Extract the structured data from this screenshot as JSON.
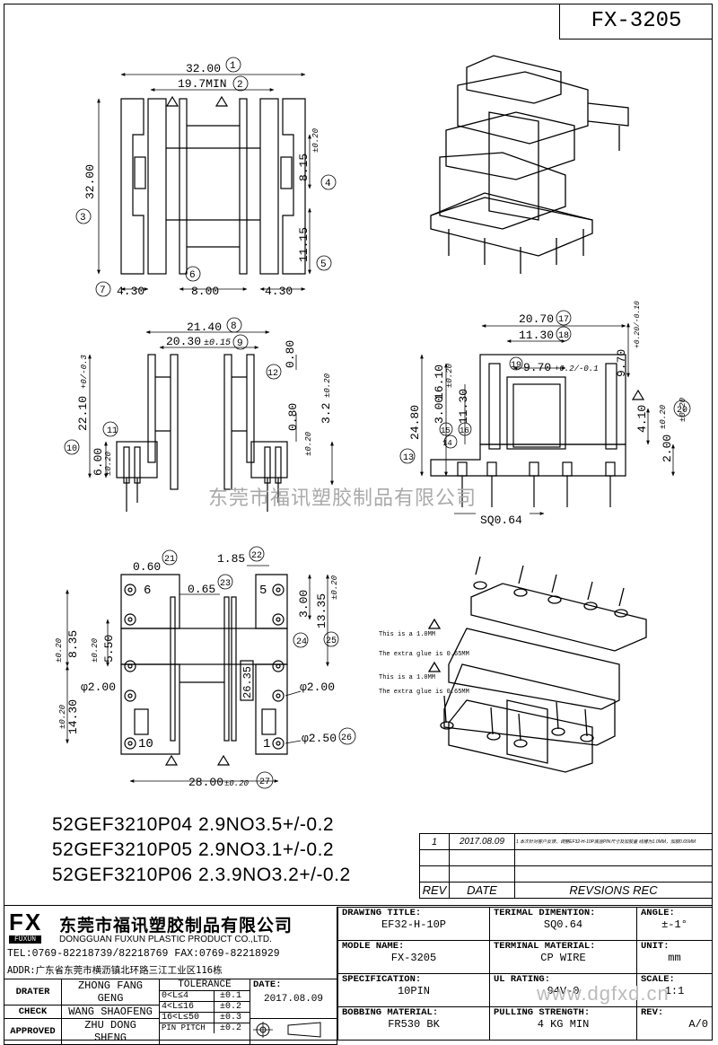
{
  "part_no": "FX-3205",
  "watermark_cn": "东莞市福讯塑胶制品有限公司",
  "watermark_url": "www.dgfxd.cn",
  "top_view": {
    "d_width": "32.00",
    "n1": "1",
    "d_min": "19.7MIN",
    "n2": "2",
    "d_height": "32.00",
    "n3": "3",
    "d_815": "8.15",
    "tol_815": "±0.20",
    "n4": "4",
    "d_1115": "11.15",
    "n5": "5",
    "n6": "6",
    "n7": "7",
    "d_430_left": "4.30",
    "d_800": "8.00",
    "d_430_right": "4.30"
  },
  "front_view": {
    "d_2140": "21.40",
    "n8": "8",
    "d_2030": "20.30",
    "tol_2030": "±0.15",
    "n9": "9",
    "d_080_top": "0.80",
    "n12": "12",
    "d_2210": "22.10",
    "tol_2210": "+0/-0.3",
    "n10": "10",
    "n11": "11",
    "d_080_mid": "0.80",
    "tol_080_mid": "±0.20",
    "d_32": "3.2",
    "tol_32": "±0.20",
    "d_600": "6.00",
    "tol_600": "±0.20"
  },
  "side_view": {
    "d_2070": "20.70",
    "n17": "17",
    "d_1130_top": "11.30",
    "n18": "18",
    "n19": "19",
    "d_970_in": "9.70",
    "tol_970_in": "+0.2/-0.1",
    "d_970": "9.70",
    "tol_970": "+0.20/-0.10",
    "d_2480": "24.80",
    "d_1610": "16.10",
    "tol_1610": "±0.20",
    "d_300": "3.00",
    "d_1130": "11.30",
    "n14": "14",
    "n15": "15",
    "n16": "16",
    "d_410": "4.10",
    "tol_410": "±0.20",
    "n20": "20",
    "d_200": "2.00",
    "tol_200": "±0.20",
    "n13": "13",
    "d_sq": "SQ0.64"
  },
  "bottom_view": {
    "d_060": "0.60",
    "n21": "21",
    "d_185": "1.85",
    "n22": "22",
    "d_065": "0.65",
    "n23": "23",
    "pin6": "6",
    "pin5": "5",
    "pin10": "10",
    "pin1": "1",
    "d_300": "3.00",
    "d_1335": "13.35",
    "tol_1335": "±0.20",
    "d_835": "8.35",
    "tol_835": "±0.20",
    "d_550": "5.50",
    "tol_550": "±0.20",
    "n24": "24",
    "n25": "25",
    "d_2635": "26.35",
    "d_phi200_left": "φ2.00",
    "d_1430": "14.30",
    "tol_1430": "±0.20",
    "d_phi200_right": "φ2.00",
    "d_phi250": "φ2.50",
    "n26": "26",
    "d_2800": "28.00",
    "tol_2800": "±0.20",
    "n27": "27"
  },
  "iso_notes": {
    "note1": "This is a 1.0MM",
    "note2": "The extra glue is 0.65MM",
    "note3": "This is a 1.0MM",
    "note4": "The extra glue is 0.65MM"
  },
  "specs": [
    "52GEF3210P04  2.9NO3.5+/-0.2",
    "52GEF3210P05  2.9NO3.1+/-0.2",
    "52GEF3210P06  2.3.9NO3.2+/-0.2"
  ],
  "revision": {
    "row1_rev": "1",
    "row1_date": "2017.08.09",
    "row1_rec": "1 本次针对客户反馈，调整EF32-H-10P底座PIN尺寸及加胶量 线槽为1.0MM，加胶0.65MM",
    "h_rev": "REV",
    "h_date": "DATE",
    "h_rec": "REVSIONS REC"
  },
  "company": {
    "logo": "FX",
    "logo_sub": "FUXUN",
    "name_cn": "东莞市福讯塑胶制品有限公司",
    "name_en": "DONGGUAN FUXUN PLASTIC PRODUCT CO.,LTD.",
    "tel": "TEL:0769-82218739/82218769 FAX:0769-82218929",
    "addr": "ADDR:广东省东莞市横沥镇北环路三江工业区116栋"
  },
  "title_block": {
    "drawing_title_label": "DRAWING TITLE:",
    "drawing_title": "EF32-H-10P",
    "terminal_dim_label": "TERIMAL DIMENTION:",
    "terminal_dim": "SQ0.64",
    "angle_label": "ANGLE:",
    "angle": "±-1°",
    "model_label": "MODLE NAME:",
    "model": "FX-3205",
    "terminal_mat_label": "TERMINAL MATERIAL:",
    "terminal_mat": "CP WIRE",
    "unit_label": "UNIT:",
    "unit": "mm",
    "spec_label": "SPECIFICATION:",
    "spec": "10PIN",
    "ul_label": "UL RATING:",
    "ul": "94V-0",
    "scale_label": "SCALE:",
    "scale": "1:1",
    "bobbin_label": "BOBBING MATERIAL:",
    "bobbin": "FR530 BK",
    "pulling_label": "PULLING STRENGTH:",
    "pulling": "4 KG MIN",
    "rev_label": "REV:",
    "rev": "A/0"
  },
  "approval": {
    "drater_label": "DRATER",
    "drater": "ZHONG FANG GENG",
    "check_label": "CHECK",
    "check": "WANG SHAOFENG",
    "approved_label": "APPROVED",
    "approved": "ZHU DONG SHENG",
    "tol_label": "TOLERANCE",
    "tol1_a": "0<L≤4",
    "tol1_b": "±0.1",
    "tol2_a": "4<L≤16",
    "tol2_b": "±0.2",
    "tol3_a": "16<L≤50",
    "tol3_b": "±0.3",
    "tol4_a": "PIN PITCH",
    "tol4_b": "±0.2",
    "date_label": "DATE:",
    "date": "2017.08.09"
  }
}
